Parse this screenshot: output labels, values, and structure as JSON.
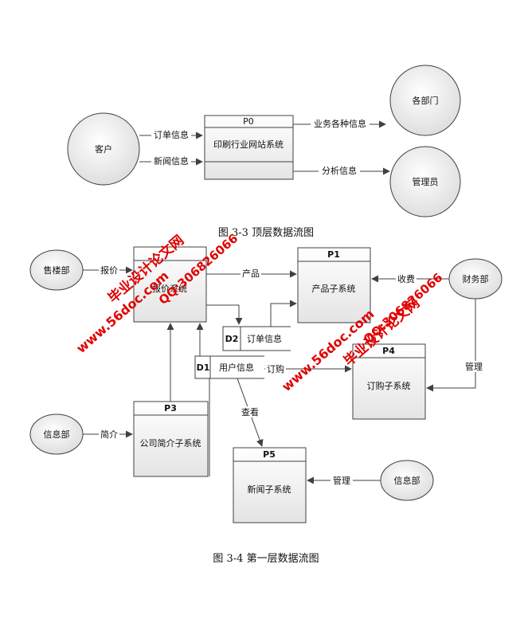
{
  "top_diagram": {
    "external_customer": "客户",
    "external_departments": "各部门",
    "external_admin": "管理员",
    "process_id": "P0",
    "process_name": "印刷行业网站系统",
    "flow_order_info": "订单信息",
    "flow_news_info": "新闻信息",
    "flow_business_info": "业务各种信息",
    "flow_analysis_info": "分析信息",
    "caption": "图 3-3  顶层数据流图"
  },
  "level1_diagram": {
    "external_sales": "售楼部",
    "external_finance": "财务部",
    "external_info_left": "信息部",
    "external_info_right": "信息部",
    "p2_name": "报价系统",
    "p1_id": "P1",
    "p1_name": "产品子系统",
    "p3_id": "P3",
    "p3_name": "公司简介子系统",
    "p4_id": "P4",
    "p4_name": "订购子系统",
    "p5_id": "P5",
    "p5_name": "新闻子系统",
    "d1_id": "D1",
    "d1_name": "用户信息",
    "d2_id": "D2",
    "d2_name": "订单信息",
    "flow_quote": "报价",
    "flow_product": "产品",
    "flow_collect": "收费",
    "flow_manage_p4": "管理",
    "flow_intro": "简介",
    "flow_order": "订购",
    "flow_view": "查看",
    "flow_manage_p5": "管理",
    "caption": "图 3-4  第一层数据流图"
  },
  "watermarks": {
    "site_1": "www.56doc.com",
    "qq_1": "QQ:306826066",
    "brand_1": "毕业设计论文网",
    "site_2": "www.56doc.com",
    "qq_2": "QQ:306826066",
    "brand_2": "毕业设计论文网",
    "color": "#e00000"
  },
  "colors": {
    "line": "#404040",
    "box_fill_top": "#ffffff",
    "box_fill_bottom": "#e6e6e6"
  }
}
